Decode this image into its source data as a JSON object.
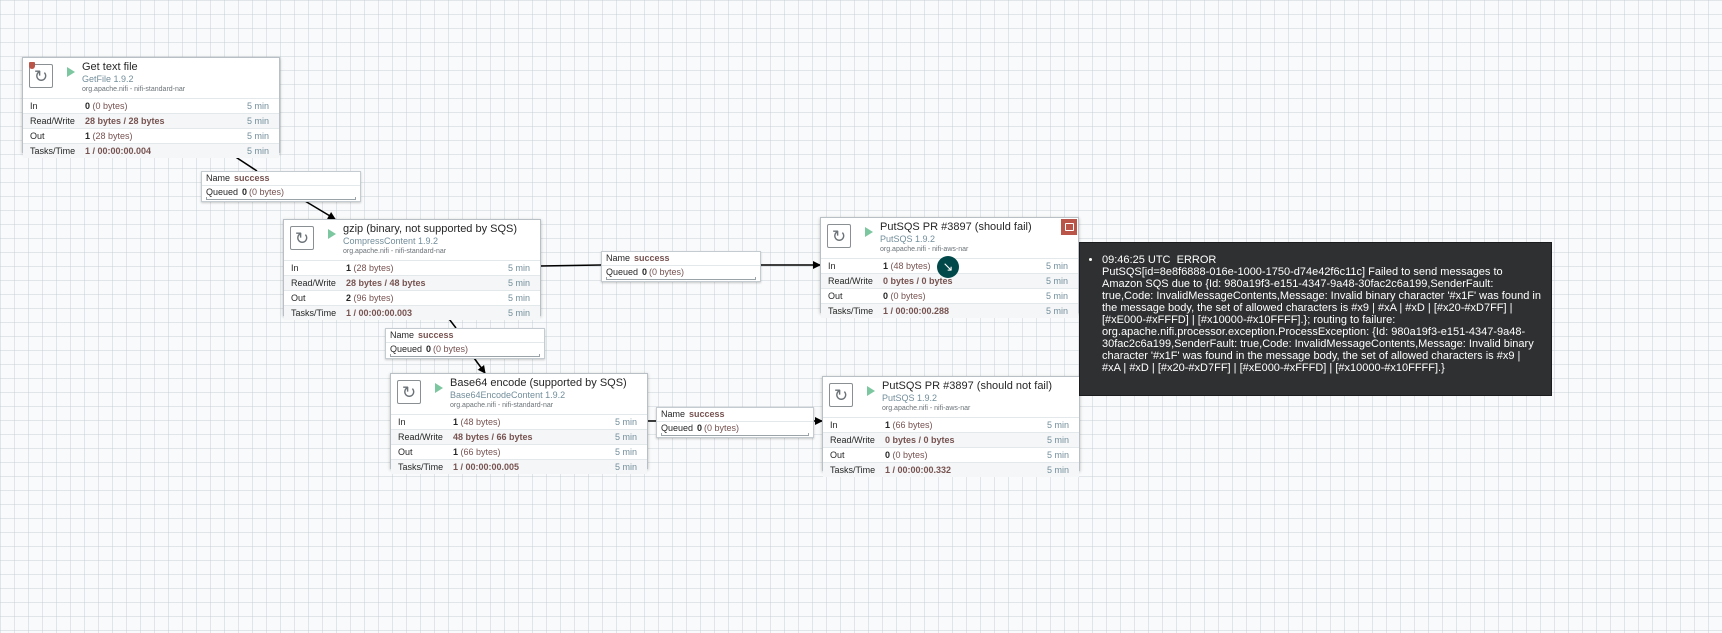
{
  "processors": [
    {
      "title": "Get text file",
      "type": "GetFile 1.9.2",
      "bundle": "org.apache.nifi - nifi-standard-nar",
      "in": {
        "count": "0",
        "size": "(0 bytes)",
        "time": "5 min"
      },
      "read_write": {
        "value": "28 bytes / 28 bytes",
        "time": "5 min"
      },
      "out": {
        "count": "1",
        "size": "(28 bytes)",
        "time": "5 min"
      },
      "tasks_time": {
        "value": "1 / 00:00:00.004",
        "time": "5 min"
      }
    },
    {
      "title": "gzip (binary, not supported by SQS)",
      "type": "CompressContent 1.9.2",
      "bundle": "org.apache.nifi - nifi-standard-nar",
      "in": {
        "count": "1",
        "size": "(28 bytes)",
        "time": "5 min"
      },
      "read_write": {
        "value": "28 bytes / 48 bytes",
        "time": "5 min"
      },
      "out": {
        "count": "2",
        "size": "(96 bytes)",
        "time": "5 min"
      },
      "tasks_time": {
        "value": "1 / 00:00:00.003",
        "time": "5 min"
      }
    },
    {
      "title": "Base64 encode (supported by SQS)",
      "type": "Base64EncodeContent 1.9.2",
      "bundle": "org.apache.nifi - nifi-standard-nar",
      "in": {
        "count": "1",
        "size": "(48 bytes)",
        "time": "5 min"
      },
      "read_write": {
        "value": "48 bytes / 66 bytes",
        "time": "5 min"
      },
      "out": {
        "count": "1",
        "size": "(66 bytes)",
        "time": "5 min"
      },
      "tasks_time": {
        "value": "1 / 00:00:00.005",
        "time": "5 min"
      }
    },
    {
      "title": "PutSQS PR #3897 (should fail)",
      "type": "PutSQS 1.9.2",
      "bundle": "org.apache.nifi - nifi-aws-nar",
      "in": {
        "count": "1",
        "size": "(48 bytes)",
        "time": "5 min"
      },
      "read_write": {
        "value": "0 bytes / 0 bytes",
        "time": "5 min"
      },
      "out": {
        "count": "0",
        "size": "(0 bytes)",
        "time": "5 min"
      },
      "tasks_time": {
        "value": "1 / 00:00:00.288",
        "time": "5 min"
      }
    },
    {
      "title": "PutSQS PR #3897 (should not fail)",
      "type": "PutSQS 1.9.2",
      "bundle": "org.apache.nifi - nifi-aws-nar",
      "in": {
        "count": "1",
        "size": "(66 bytes)",
        "time": "5 min"
      },
      "read_write": {
        "value": "0 bytes / 0 bytes",
        "time": "5 min"
      },
      "out": {
        "count": "0",
        "size": "(0 bytes)",
        "time": "5 min"
      },
      "tasks_time": {
        "value": "1 / 00:00:00.332",
        "time": "5 min"
      }
    }
  ],
  "labels": {
    "in": "In",
    "read_write": "Read/Write",
    "out": "Out",
    "tasks_time": "Tasks/Time",
    "name": "Name",
    "queued": "Queued"
  },
  "connections": [
    {
      "name": "success",
      "queued_count": "0",
      "queued_size": "(0 bytes)"
    },
    {
      "name": "success",
      "queued_count": "0",
      "queued_size": "(0 bytes)"
    },
    {
      "name": "success",
      "queued_count": "0",
      "queued_size": "(0 bytes)"
    },
    {
      "name": "success",
      "queued_count": "0",
      "queued_size": "(0 bytes)"
    }
  ],
  "bulletin": {
    "timestamp": "09:46:25 UTC",
    "level": "ERROR",
    "message": "PutSQS[id=8e8f6888-016e-1000-1750-d74e42f6c11c] Failed to send messages to Amazon SQS due to {Id: 980a19f3-e151-4347-9a48-30fac2c6a199,SenderFault: true,Code: InvalidMessageContents,Message: Invalid binary character '#x1F' was found in the message body, the set of allowed characters is #x9 | #xA | #xD | [#x20-#xD7FF] | [#xE000-#xFFFD] | [#x10000-#x10FFFF].}; routing to failure: org.apache.nifi.processor.exception.ProcessException: {Id: 980a19f3-e151-4347-9a48-30fac2c6a199,SenderFault: true,Code: InvalidMessageContents,Message: Invalid binary character '#x1F' was found in the message body, the set of allowed characters is #x9 | #xA | #xD | [#x20-#xD7FF] | [#xE000-#xFFFD] | [#x10000-#x10FFFF].}"
  },
  "colors": {
    "running_green": "#7dc7a0",
    "bulletin_red": "#ba554a",
    "value_brown": "#775351",
    "time_blue": "#728e9b",
    "tooltip_bg": "#2f3032"
  }
}
